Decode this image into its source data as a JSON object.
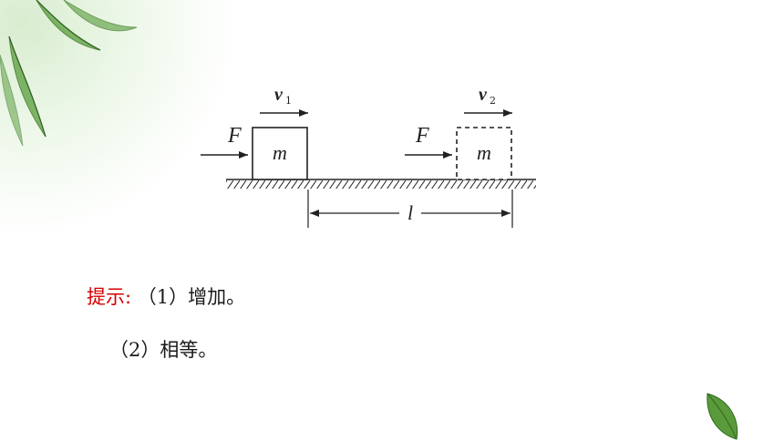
{
  "diagram": {
    "force_left": "F",
    "force_right": "F",
    "velocity_left": "v",
    "velocity_left_sub": "1",
    "velocity_right": "v",
    "velocity_right_sub": "2",
    "mass_left": "m",
    "mass_right": "m",
    "distance": "l"
  },
  "hint": {
    "label": "提示:",
    "answer1": "（1）增加。",
    "answer2": "（2）相等。"
  },
  "colors": {
    "hint_label": "#d40000",
    "text": "#1a1a1a",
    "leaf": "#5a9a3a"
  }
}
